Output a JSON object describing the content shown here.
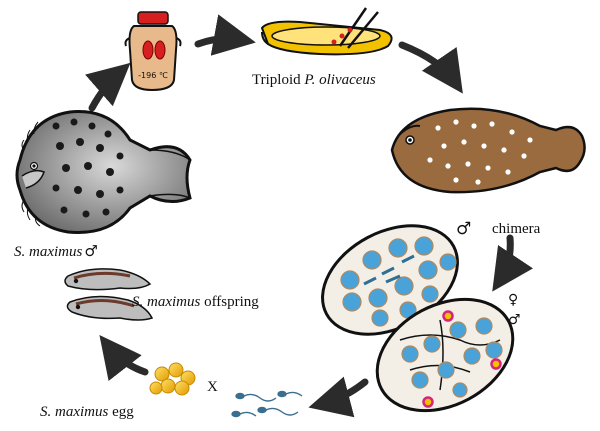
{
  "jar": {
    "temperature": "-196 ℃"
  },
  "labels": {
    "triploid_prefix": "Triploid ",
    "triploid_species": "P. olivaceus",
    "chimera_symbol": "♂",
    "chimera": "chimera",
    "gonad_symbol": "♀",
    "gonad_symbol_2": "♂",
    "smax_male_species": "S. maximus",
    "smax_male_symbol": "♂",
    "offspring_species": "S. maximus",
    "offspring_word": " offspring",
    "egg_species": "S. maximus",
    "egg_word": " egg",
    "cross": "X"
  },
  "colors": {
    "arrow": "#2b2b2b",
    "turbot_body": "#8c8c8c",
    "flounder_body": "#9a6b3f",
    "egg": "#f2b600",
    "cell": "#4aa3d8",
    "sperm": "#3b6f8f",
    "lid": "#d62020",
    "dish": "#f2c200"
  }
}
